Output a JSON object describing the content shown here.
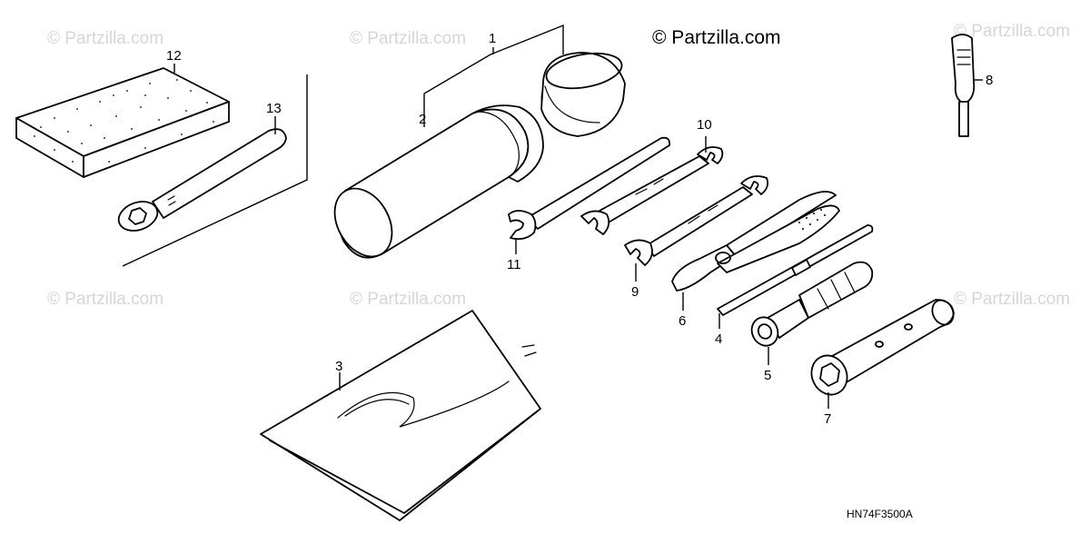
{
  "watermark": {
    "text": "© Partzilla.com",
    "color": "#d6d6d6"
  },
  "diagram_code": "HN74F3500A",
  "callouts": {
    "c1": "1",
    "c2": "2",
    "c3": "3",
    "c4": "4",
    "c5": "5",
    "c6": "6",
    "c7": "7",
    "c8": "8",
    "c9": "9",
    "c10": "10",
    "c11": "11",
    "c12": "12",
    "c13": "13"
  }
}
